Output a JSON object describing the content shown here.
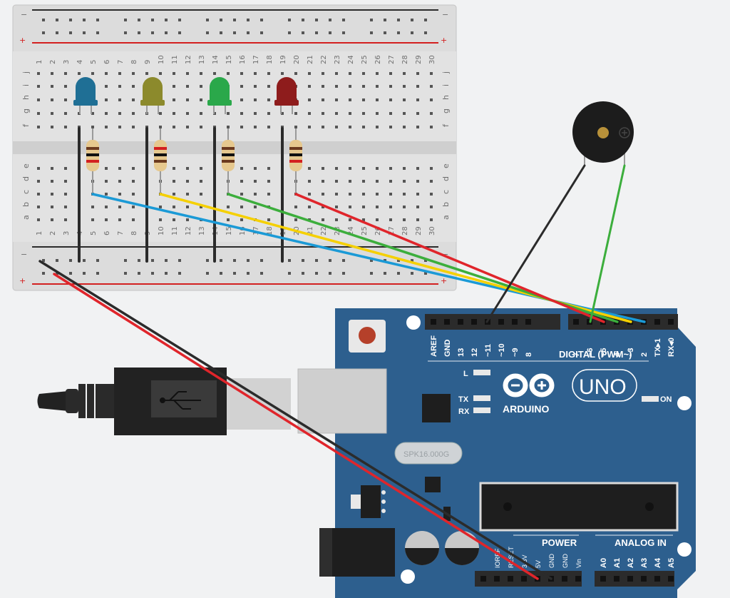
{
  "breadboard": {
    "rail_minus": "−",
    "rail_plus": "+",
    "columns": [
      "1",
      "2",
      "3",
      "4",
      "5",
      "6",
      "7",
      "8",
      "9",
      "10",
      "11",
      "12",
      "13",
      "14",
      "15",
      "16",
      "17",
      "18",
      "19",
      "20",
      "21",
      "22",
      "23",
      "24",
      "25",
      "26",
      "27",
      "28",
      "29",
      "30"
    ],
    "rows_top": [
      "j",
      "i",
      "h",
      "g",
      "f"
    ],
    "rows_bottom": [
      "e",
      "d",
      "c",
      "b",
      "a"
    ]
  },
  "leds": [
    {
      "name": "led-blue",
      "color": "#1f6f95"
    },
    {
      "name": "led-yellow",
      "color": "#8c8a2c"
    },
    {
      "name": "led-green",
      "color": "#2aa84a"
    },
    {
      "name": "led-red",
      "color": "#8e1c1c"
    }
  ],
  "arduino": {
    "digital_pins": [
      "AREF",
      "GND",
      "13",
      "12",
      "~11",
      "~10",
      "~9",
      "8",
      "7",
      "~6",
      "~5",
      "4",
      "~3",
      "2",
      "TX▸1",
      "RX◂0"
    ],
    "digital_label": "DIGITAL (PWM~)",
    "brand": "ARDUINO",
    "model": "UNO",
    "on_label": "ON",
    "l_label": "L",
    "tx_label": "TX",
    "rx_label": "RX",
    "crystal": "SPK16.000G",
    "power_label": "POWER",
    "analog_label": "ANALOG IN",
    "power_pins": [
      "IOREF",
      "RESET",
      "3.3V",
      "5V",
      "GND",
      "GND",
      "Vin"
    ],
    "analog_pins": [
      "A0",
      "A1",
      "A2",
      "A3",
      "A4",
      "A5"
    ]
  },
  "wire_colors": {
    "black": "#2b2b2b",
    "red": "#e0252b",
    "blue": "#1b9ad6",
    "yellow": "#f5d000",
    "green": "#3cae3c"
  }
}
